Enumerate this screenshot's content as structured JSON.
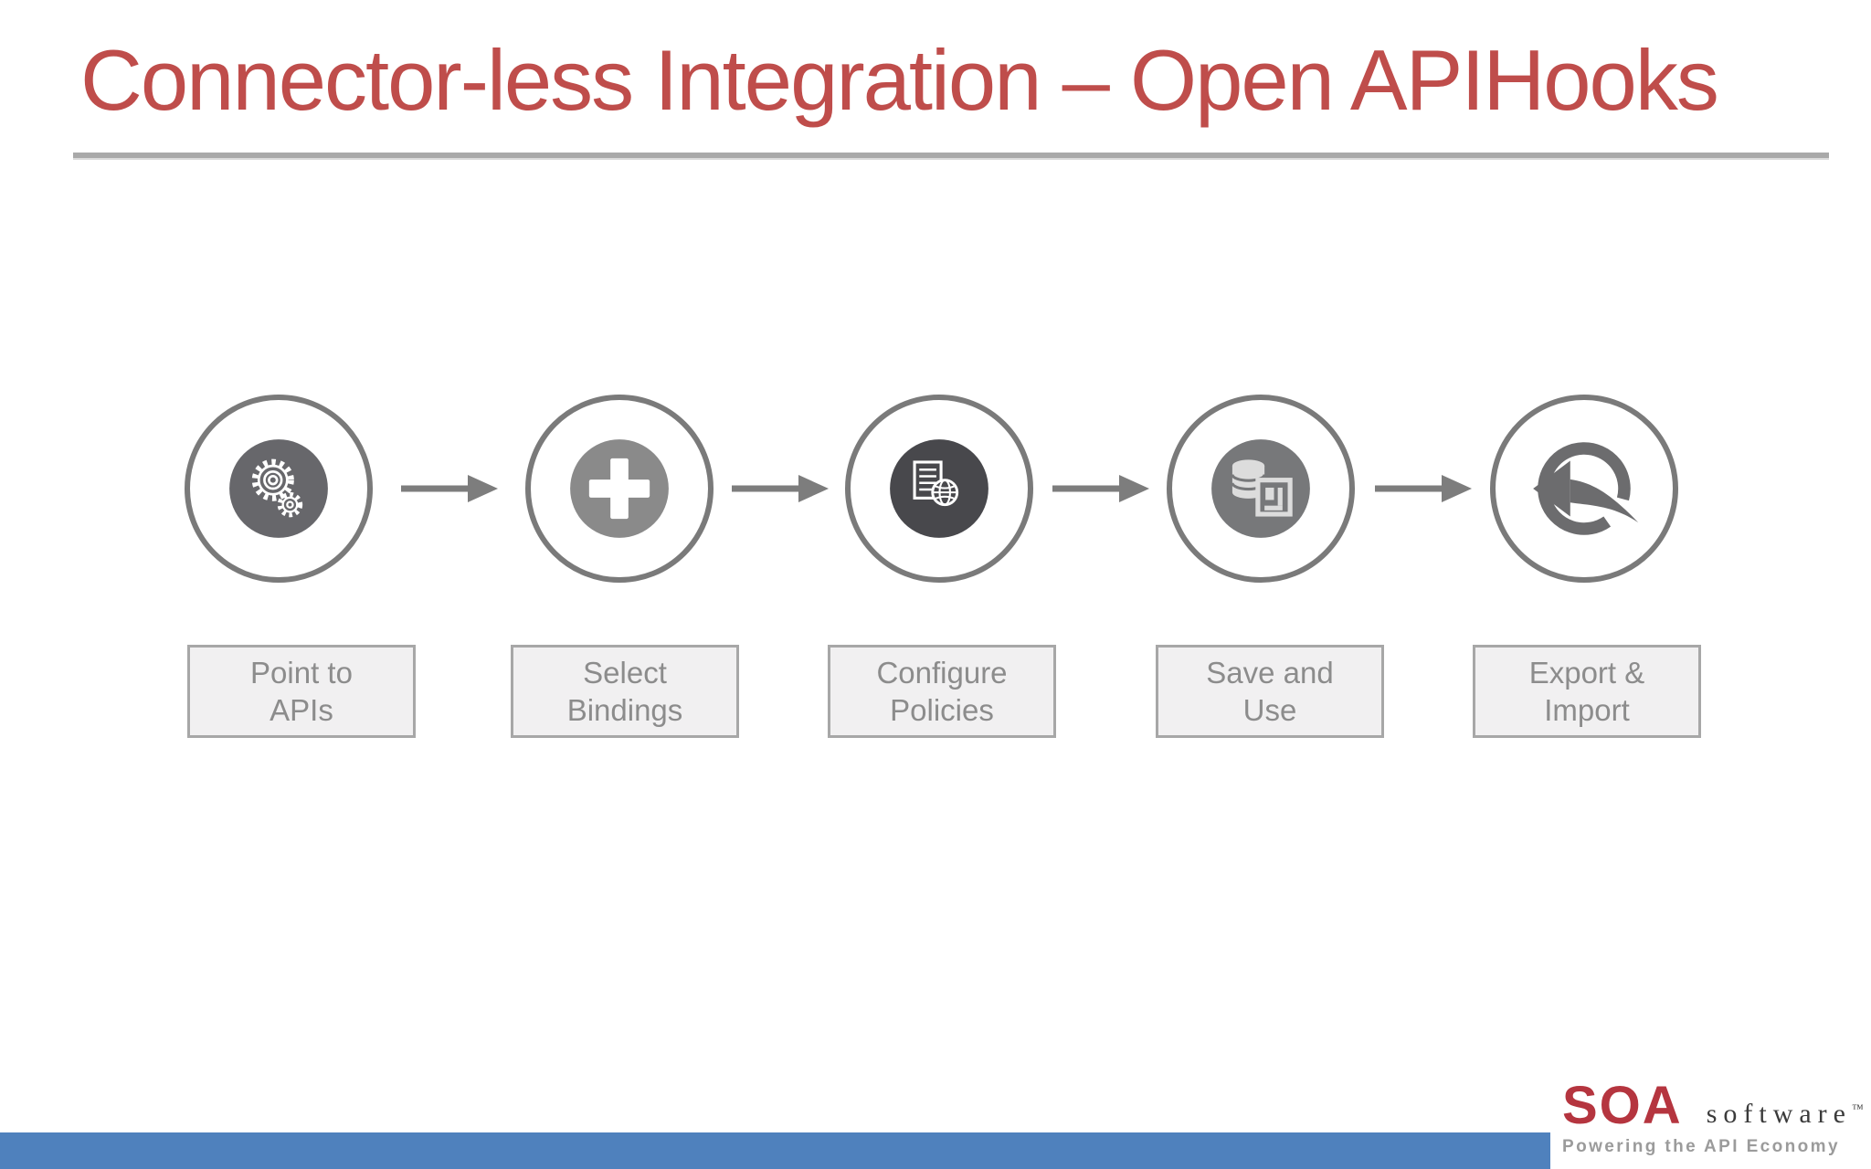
{
  "slide": {
    "title": "Connector-less Integration – Open APIHooks",
    "steps": [
      {
        "icon": "gears-icon",
        "label": "Point to APIs",
        "line1": "Point to",
        "line2": "APIs"
      },
      {
        "icon": "plus-icon",
        "label": "Select Bindings",
        "line1": "Select",
        "line2": "Bindings"
      },
      {
        "icon": "policy-document-icon",
        "label": "Configure Policies",
        "line1": "Configure",
        "line2": "Policies"
      },
      {
        "icon": "database-icon",
        "label": "Save and Use",
        "line1": "Save and",
        "line2": "Use"
      },
      {
        "icon": "export-arrow-icon",
        "label": "Export & Import",
        "line1": "Export &",
        "line2": "Import"
      }
    ],
    "footer": {
      "logo_primary": "SOA",
      "logo_secondary": "software",
      "logo_trademark": "™",
      "tagline": "Powering the API Economy"
    },
    "colors": {
      "title_red": "#bf4d4b",
      "rule_gray": "#a9a9a9",
      "circle_ring_gray": "#7a7a7a",
      "step1_fill": "#67676b",
      "step2_fill": "#8a8a8a",
      "step3_fill": "#48484c",
      "step4_fill": "#77787a",
      "arrow_gray": "#7d7d7d",
      "box_fill": "#f1f0f1",
      "box_border": "#a7a7a7",
      "box_text": "#8c8c8c",
      "footer_bar_blue": "#4f81bd",
      "logo_red": "#b5353f"
    }
  }
}
